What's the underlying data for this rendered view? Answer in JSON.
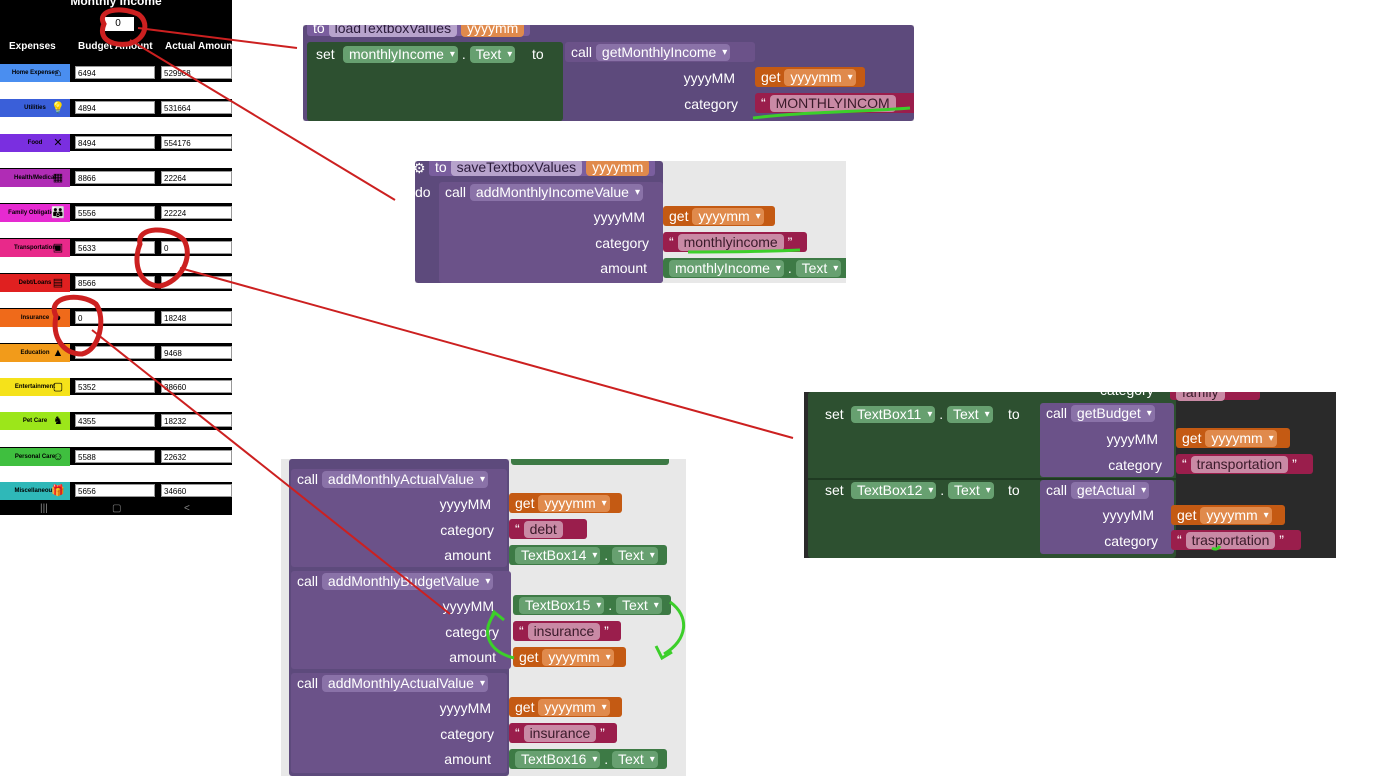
{
  "phone": {
    "title": "Monthly Income",
    "income_value": "0",
    "headers": [
      "Expenses",
      "Budget Amount",
      "Actual Amount"
    ],
    "rows": [
      {
        "label": "Home Expenses",
        "icon": "house-icon",
        "glyph": "⌂",
        "color": "#4a8ef0",
        "budget": "6494",
        "actual": "529968"
      },
      {
        "label": "Utilities",
        "icon": "lightbulb-icon",
        "glyph": "💡",
        "color": "#3a5fd9",
        "budget": "4894",
        "actual": "531664"
      },
      {
        "label": "Food",
        "icon": "utensils-icon",
        "glyph": "✕",
        "color": "#7a2fe0",
        "budget": "8494",
        "actual": "554176"
      },
      {
        "label": "Health/Medical",
        "icon": "hospital-icon",
        "glyph": "▦",
        "color": "#b02cb5",
        "budget": "8866",
        "actual": "22264"
      },
      {
        "label": "Family Obligations",
        "icon": "family-icon",
        "glyph": "👪",
        "color": "#e62ad1",
        "budget": "5556",
        "actual": "22224"
      },
      {
        "label": "Transportation",
        "icon": "bus-icon",
        "glyph": "▣",
        "color": "#e8298a",
        "budget": "5633",
        "actual": "0"
      },
      {
        "label": "Debt/Loans",
        "icon": "debt-icon",
        "glyph": "▤",
        "color": "#e02020",
        "budget": "8566",
        "actual": ""
      },
      {
        "label": "Insurance",
        "icon": "shield-icon",
        "glyph": "●",
        "color": "#ef6a1a",
        "budget": "0",
        "actual": "18248"
      },
      {
        "label": "Education",
        "icon": "graduation-cap-icon",
        "glyph": "▲",
        "color": "#f29b1a",
        "budget": "",
        "actual": "9468"
      },
      {
        "label": "Entertainment",
        "icon": "tv-icon",
        "glyph": "▢",
        "color": "#f5e21a",
        "budget": "5352",
        "actual": "38660"
      },
      {
        "label": "Pet Care",
        "icon": "dog-icon",
        "glyph": "♞",
        "color": "#9ce61a",
        "budget": "4355",
        "actual": "18232"
      },
      {
        "label": "Personal Care",
        "icon": "person-care-icon",
        "glyph": "☺",
        "color": "#3fbf3f",
        "budget": "5588",
        "actual": "22632"
      },
      {
        "label": "Miscellaneous",
        "icon": "gift-icon",
        "glyph": "🎁",
        "color": "#2fb8b8",
        "budget": "5656",
        "actual": "34660"
      }
    ],
    "nav": [
      "|||",
      "▢",
      "<"
    ]
  },
  "panel_load": {
    "proc_to": "to",
    "proc_name": "loadTextboxValues",
    "proc_param": "yyyymm",
    "set": "set",
    "component": "monthlyIncome",
    "prop": "Text",
    "dot": ".",
    "to": "to",
    "call": "call",
    "func": "getMonthlyIncome",
    "arg1": "yyyyMM",
    "get": "get",
    "var": "yyyymm",
    "arg2": "category",
    "category_value": "MONTHLYINCOM",
    "quote_open": "“",
    "quote_close": "”"
  },
  "panel_save": {
    "proc_to": "to",
    "proc_name": "saveTextboxValues",
    "proc_param": "yyyymm",
    "do": "do",
    "call": "call",
    "func": "addMonthlyIncomeValue",
    "arg1": "yyyyMM",
    "get": "get",
    "var": "yyyymm",
    "arg2": "category",
    "category_value": "monthlyincome",
    "arg3": "amount",
    "component": "monthlyIncome",
    "prop": "Text",
    "dot": ".",
    "quote_open": "“",
    "quote_close": "”"
  },
  "panel_transport": {
    "top_category": "category",
    "top_value": "family",
    "set": "set",
    "dot": ".",
    "to": "to",
    "call": "call",
    "get": "get",
    "var": "yyyymm",
    "arg1": "yyyyMM",
    "arg2": "category",
    "quote_open": "“",
    "quote_close": "”",
    "rows": [
      {
        "component": "TextBox11",
        "prop": "Text",
        "func": "getBudget",
        "category_value": "transportation"
      },
      {
        "component": "TextBox12",
        "prop": "Text",
        "func": "getActual",
        "category_value": "trasportation"
      }
    ]
  },
  "panel_insurance": {
    "call": "call",
    "get": "get",
    "var": "yyyymm",
    "arg1": "yyyyMM",
    "arg2": "category",
    "arg3": "amount",
    "dot": ".",
    "quote_open": "“",
    "quote_close": "”",
    "calls": [
      {
        "func": "addMonthlyActualValue",
        "category_value": "debt",
        "component": "TextBox14",
        "prop": "Text"
      },
      {
        "func": "addMonthlyBudgetValue",
        "yyyymm_component": "TextBox15",
        "yyyymm_prop": "Text",
        "category_value": "insurance"
      },
      {
        "func": "addMonthlyActualValue",
        "category_value": "insurance",
        "component": "TextBox16",
        "prop": "Text"
      }
    ]
  },
  "colors": {
    "annotation_red": "#cc2020",
    "annotation_green": "#3ccf2a",
    "block_purple": "#6b5289",
    "block_orange": "#c45a13",
    "block_green": "#3d7a45",
    "block_crimson": "#9a1e4c"
  }
}
